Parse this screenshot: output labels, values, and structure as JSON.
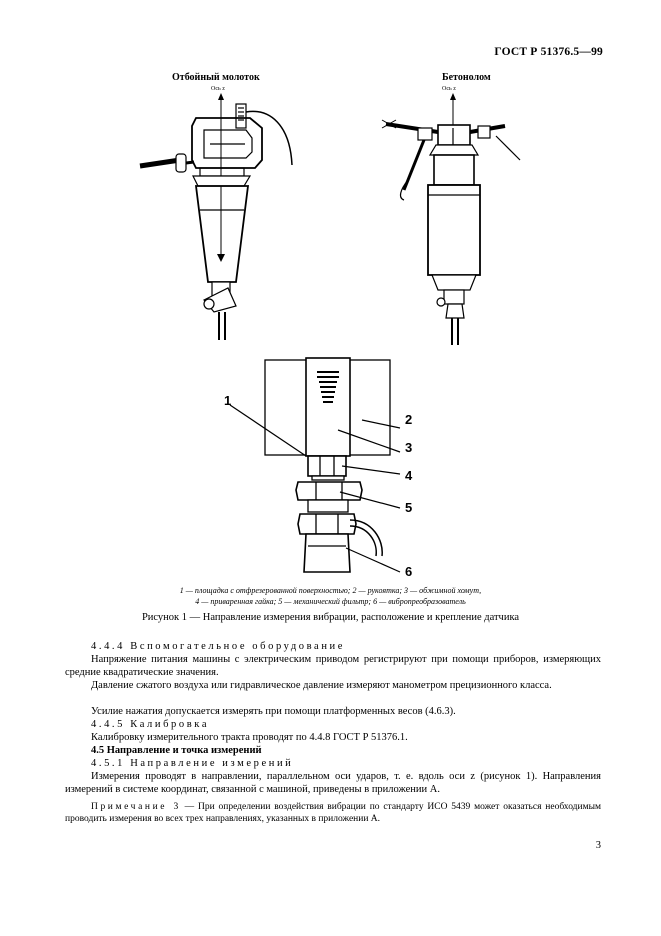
{
  "header": {
    "standard": "ГОСТ Р 51376.5—99"
  },
  "figure": {
    "left_title": "Отбойный молоток",
    "right_title": "Бетонолом",
    "axis_label": "Ось z",
    "part_numbers": [
      "1",
      "2",
      "3",
      "4",
      "5",
      "6"
    ],
    "legend_line1": "1 — площадка с отфрезерованной поверхностью; 2 — рукоятка; 3 — обжимной хомут,",
    "legend_line2": "4 — приваренная гайка; 5 — механический фильтр; 6 — вибропреобразователь",
    "caption": "Рисунок 1 — Направление измерения вибрации, расположение и крепление датчика"
  },
  "sections": {
    "s444_heading": "4.4.4 Вспомогательное оборудование",
    "s444_p1": "Напряжение питания машины с электрическим приводом регистрируют при помощи приборов, измеряющих средние квадратические значения.",
    "s444_p2": "Давление сжатого воздуха или гидравлическое давление измеряют манометром прецизионного класса.",
    "s444_p3": "Усилие нажатия допускается измерять при помощи платформенных весов (4.6.3).",
    "s445_heading": "4.4.5 Калибровка",
    "s445_p1": "Калибровку измерительного тракта проводят по 4.4.8 ГОСТ Р 51376.1.",
    "s45_heading": "4.5 Направление и точка измерений",
    "s451_heading": "4.5.1 Направление измерений",
    "s451_p1": "Измерения проводят в направлении, параллельном оси ударов, т. е. вдоль оси z (рисунок 1). Направления измерений в системе координат, связанной с машиной, приведены в приложении А.",
    "note_label": "Примечание 3",
    "note_text": " — При определении воздействия вибрации по стандарту ИСО 5439 может оказаться необходимым проводить измерения во всех трех направлениях, указанных в приложении А."
  },
  "page_number": "3"
}
